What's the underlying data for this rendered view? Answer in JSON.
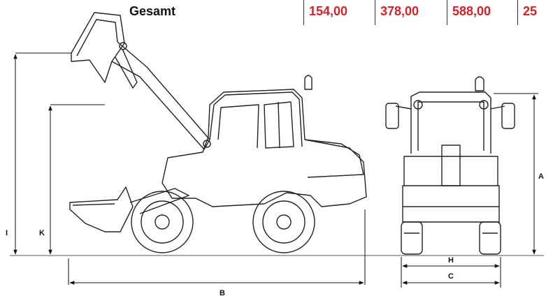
{
  "table": {
    "row_label": "Gesamt",
    "values": [
      "154,00",
      "378,00",
      "588,00",
      "25"
    ],
    "value_color": "#d2232a"
  },
  "drawing": {
    "dimension_labels": {
      "I": "I",
      "K": "K",
      "B": "B",
      "A": "A",
      "H": "H",
      "C": "C"
    }
  }
}
